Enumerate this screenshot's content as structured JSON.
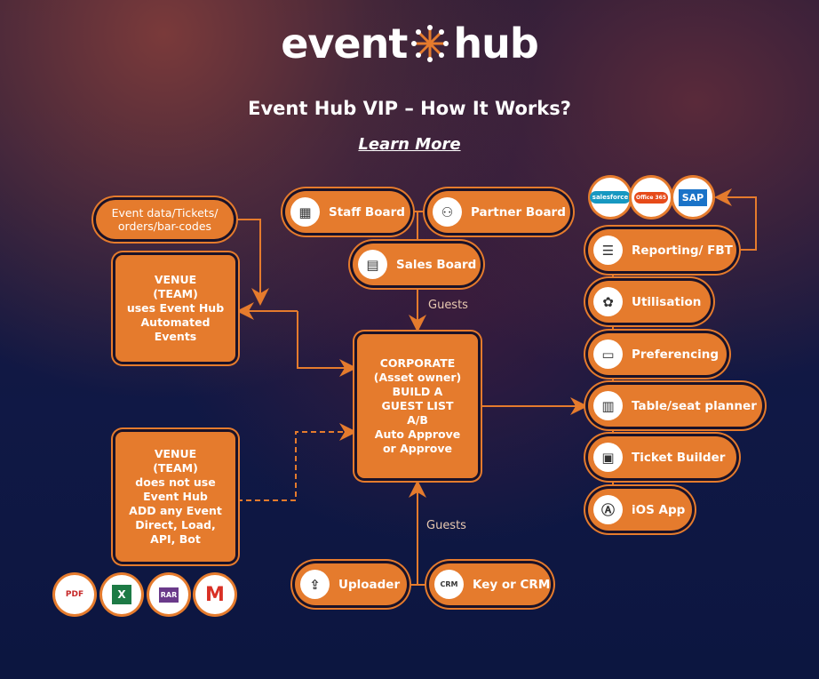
{
  "logo": {
    "left": "event",
    "right": "hub"
  },
  "title": "Event Hub VIP – How It Works?",
  "learn_more": "Learn More",
  "event_data": "Event data/Tickets/\norders/bar-codes",
  "venue_uses": "VENUE\n(TEAM)\nuses Event Hub\nAutomated\nEvents",
  "venue_not": "VENUE\n(TEAM)\ndoes not use\nEvent Hub\nADD any Event\nDirect, Load,\nAPI, Bot",
  "corporate": "CORPORATE\n(Asset owner)\nBUILD A\nGUEST LIST\nA/B\nAuto Approve\nor Approve",
  "boards": {
    "staff": "Staff Board",
    "partner": "Partner Board",
    "sales": "Sales Board"
  },
  "guests_top": "Guests",
  "guests_bottom": "Guests",
  "sources": {
    "uploader": "Uploader",
    "crm": "Key or CRM"
  },
  "outputs": [
    "Reporting/ FBT",
    "Utilisation",
    "Preferencing",
    "Table/seat planner",
    "Ticket Builder",
    "iOS App"
  ],
  "integrations": [
    "salesforce",
    "Office 365",
    "SAP"
  ],
  "file_types": [
    "PDF",
    "X",
    "RAR",
    "M"
  ],
  "colors": {
    "orange": "#e57b2d",
    "bg": "#101845"
  }
}
